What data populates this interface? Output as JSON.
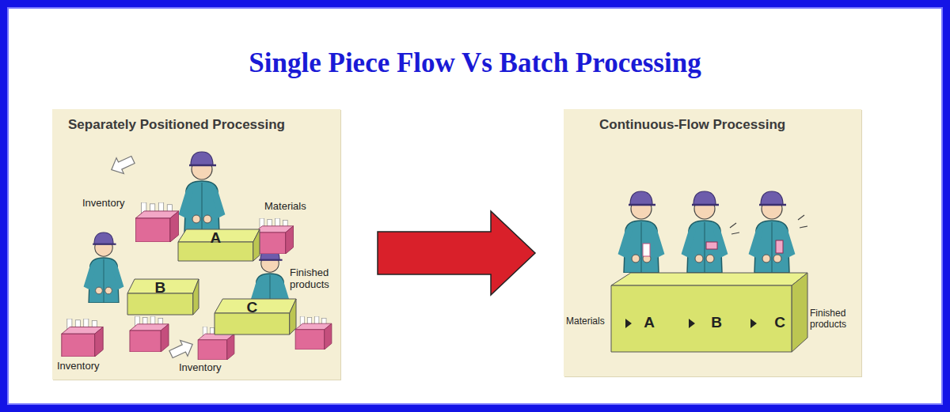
{
  "diagram": {
    "title": "Single Piece Flow Vs Batch Processing",
    "nodes": [
      {
        "text": [
          "Separately Positioned Processing"
        ]
      },
      {
        "text": [
          "A"
        ],
        "in": 0
      },
      {
        "text": [
          "B"
        ],
        "in": 0
      },
      {
        "text": [
          "C"
        ],
        "in": 0
      },
      {
        "text": [
          "Continuous-Flow Processing"
        ]
      },
      {
        "text": [
          "A",
          "B",
          "C"
        ],
        "in": 4
      }
    ],
    "edges": [
      {
        "from": 0,
        "to": 4,
        "arrow": "to"
      }
    ],
    "labels": [
      "Materials",
      "Inventory",
      "Inventory",
      "Inventory",
      "Finished products",
      "Materials",
      "Finished products"
    ]
  }
}
